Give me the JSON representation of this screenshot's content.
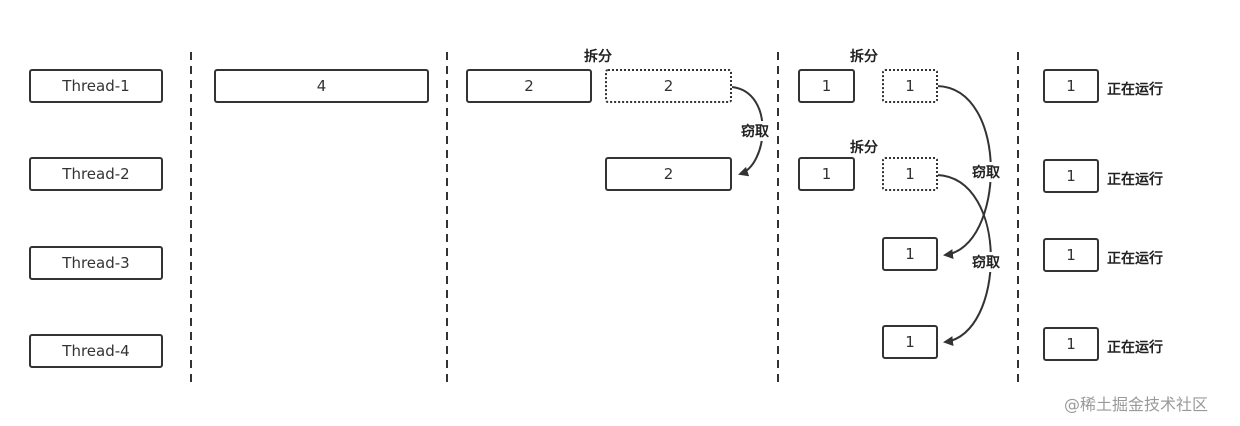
{
  "threads": [
    "Thread-1",
    "Thread-2",
    "Thread-3",
    "Thread-4"
  ],
  "stage1": {
    "task": "4"
  },
  "stage2": {
    "split_label": "拆分",
    "steal_label": "窃取",
    "t1_kept": "2",
    "t1_split": "2",
    "t2_stolen": "2"
  },
  "stage3": {
    "split_label": "拆分",
    "steal_label": "窃取",
    "t1_kept": "1",
    "t1_split": "1",
    "t2_kept": "1",
    "t2_split": "1",
    "t3_stolen": "1",
    "t4_stolen": "1"
  },
  "stage4": {
    "tasks": [
      "1",
      "1",
      "1",
      "1"
    ],
    "status": "正在运行"
  },
  "watermark": "@稀土掘金技术社区"
}
